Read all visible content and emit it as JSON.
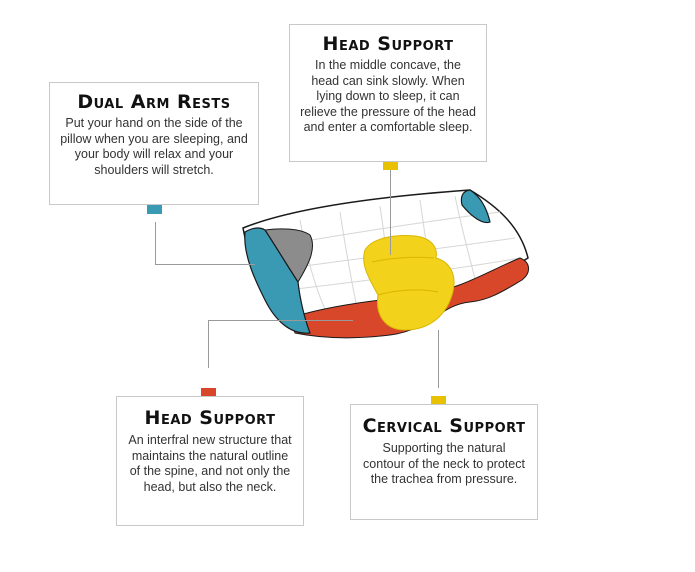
{
  "callouts": {
    "top_head": {
      "title": "Head Support",
      "text": "In the middle concave, the head can sink slowly. When lying down to sleep, it can relieve the pressure of the head and enter a comfortable sleep.",
      "color": "#e8c200"
    },
    "arm_rests": {
      "title": "Dual Arm Rests",
      "text": "Put your hand on the side of the pillow when you are sleeping, and your body will relax and your shoulders will stretch.",
      "color": "#3a9ab4"
    },
    "bottom_head": {
      "title": "Head Support",
      "text": "An interfral new structure that maintains the natural outline of the spine, and not only the head, but also the neck.",
      "color": "#d9472b"
    },
    "cervical": {
      "title": "Cervical Support",
      "text": "Supporting the natural contour of the neck to protect the trachea from pressure.",
      "color": "#e8c200"
    }
  },
  "colors": {
    "blue": "#3a9ab4",
    "yellow": "#f2d21a",
    "red": "#d9472b",
    "gray": "#8c8c8c",
    "outline": "#1a1a1a"
  }
}
